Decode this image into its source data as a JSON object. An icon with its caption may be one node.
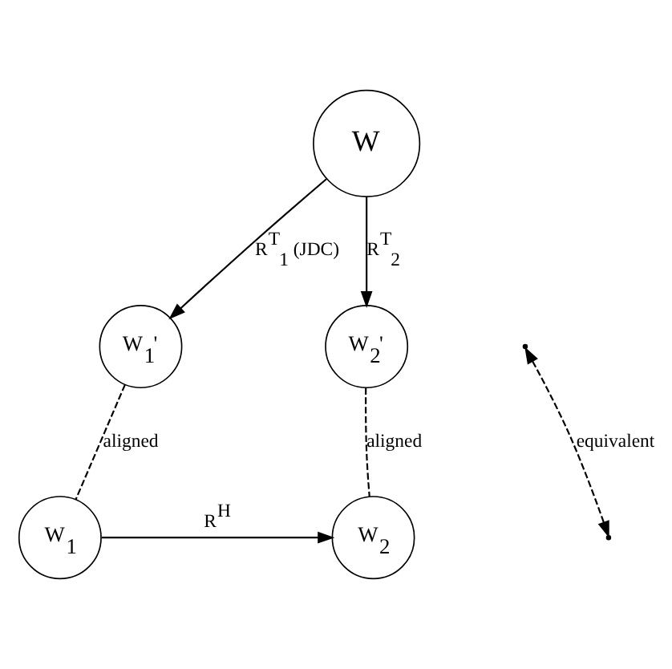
{
  "diagram": {
    "nodes": [
      {
        "text": [
          "W"
        ]
      },
      {
        "text": [
          "W$_{1}$'"
        ]
      },
      {
        "text": [
          "W$_{2}$'"
        ]
      },
      {
        "text": [
          "W$_{1}$"
        ]
      },
      {
        "text": [
          "W$_{2}$"
        ]
      },
      {
        "text": [],
        "shape": "point"
      },
      {
        "text": [],
        "shape": "point"
      }
    ],
    "edges": [
      {
        "from": 0,
        "to": 1,
        "arrow": "to",
        "label": "R$^{T}$$_{1}$ (JDC)"
      },
      {
        "from": 0,
        "to": 2,
        "arrow": "to",
        "label": "R$^{T}$$_{2}$"
      },
      {
        "from": 1,
        "to": 3,
        "arrow": "none",
        "style": "dashed",
        "label": "aligned"
      },
      {
        "from": 2,
        "to": 4,
        "arrow": "none",
        "style": "dashed",
        "label": "aligned"
      },
      {
        "from": 3,
        "to": 4,
        "arrow": "to",
        "label": "R$^{H}$"
      },
      {
        "from": 5,
        "to": 6,
        "arrow": "both",
        "style": "dashed",
        "label": "equivalent"
      }
    ]
  }
}
